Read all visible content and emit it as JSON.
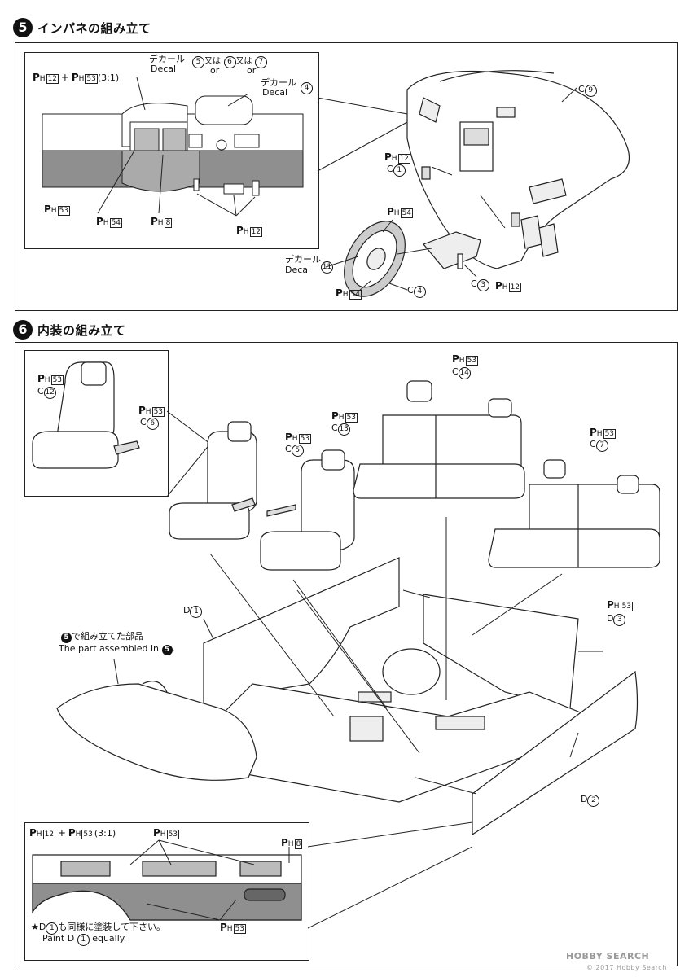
{
  "step5": {
    "number": "5",
    "title": "インパネの組み立て",
    "ph12_53_ratio": "(3:1)",
    "decal_jp": "デカール",
    "decal_en": "Decal",
    "decal_opt_or1_jp": "又は",
    "decal_opt_or_en": "or",
    "decal_num5": "5",
    "decal_num6": "6",
    "decal_num7": "7",
    "decal_num4": "4",
    "ph53": "53",
    "ph54": "54",
    "ph8": "8",
    "ph12": "12",
    "c9": "9",
    "c1": "1",
    "c3": "3",
    "c4": "4",
    "decal11": "11",
    "plus": "+"
  },
  "step6": {
    "number": "6",
    "title": "内装の組み立て",
    "c12": "12",
    "c6": "6",
    "c5": "5",
    "c13": "13",
    "c14": "14",
    "c7": "7",
    "d1": "1",
    "d2": "2",
    "d3": "3",
    "assembled_jp": "で組み立てた部品",
    "assembled_en": "The part assembled in",
    "assembled_step": "5",
    "ratio": "(3:1)",
    "ph8": "8",
    "ph12": "12",
    "ph53": "53",
    "note_jp_pre": "★D",
    "note_jp_post": "も同様に塗装して下さい。",
    "note_en_pre": "Paint D",
    "note_en_post": "equally.",
    "note_num": "1"
  },
  "common": {
    "p": "P",
    "h": "H",
    "c": "C",
    "d": "D"
  },
  "watermark": {
    "brand": "HOBBY SEARCH",
    "copyright": "© 2017 Hobby Search"
  }
}
